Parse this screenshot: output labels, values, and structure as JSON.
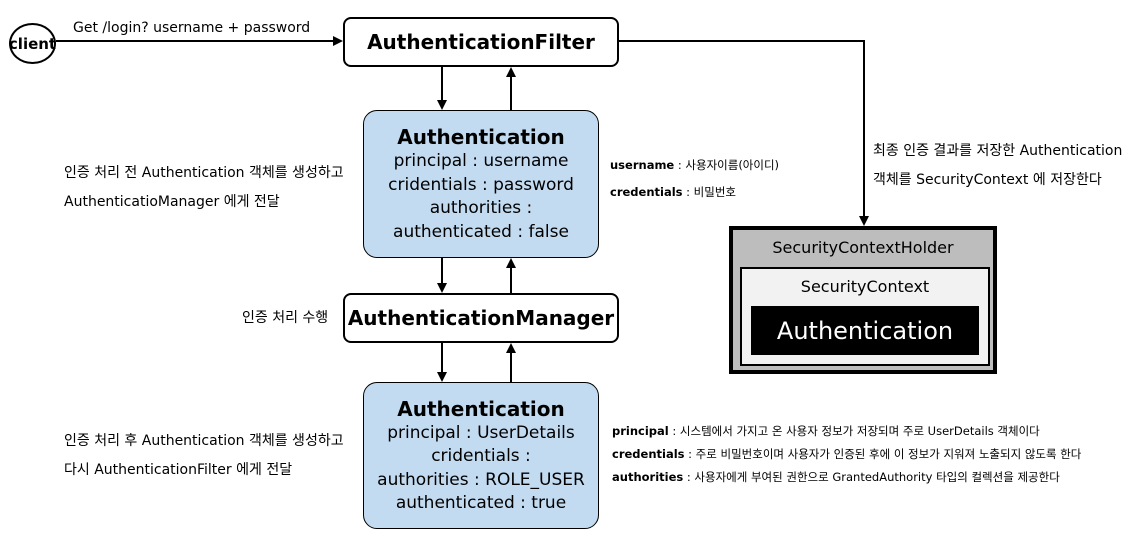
{
  "client": "client",
  "request_label": "Get /login? username + password",
  "filter": "AuthenticationFilter",
  "manager": "AuthenticationManager",
  "auth_before": {
    "title": "Authentication",
    "principal": "principal : username",
    "credentials": "cridentials : password",
    "authorities": "authorities :",
    "authenticated": "authenticated : false"
  },
  "auth_after": {
    "title": "Authentication",
    "principal": "principal : UserDetails",
    "credentials": "cridentials :",
    "authorities": "authorities : ROLE_USER",
    "authenticated": "authenticated : true"
  },
  "note_before": [
    "인증 처리 전 Authentication 객체를 생성하고",
    "AuthenticatioManager 에게 전달"
  ],
  "note_manager": "인증 처리 수행",
  "note_after": [
    "인증 처리 후 Authentication 객체를 생성하고",
    "다시 AuthenticationFilter 에게 전달"
  ],
  "before_desc": [
    {
      "key": "username",
      "value": " : 사용자이름(아이디)"
    },
    {
      "key": "credentials",
      "value": " : 비밀번호"
    }
  ],
  "after_desc": [
    {
      "key": "principal",
      "value": " : 시스템에서 가지고 온 사용자 정보가 저장되며 주로 UserDetails 객체이다"
    },
    {
      "key": "credentials",
      "value": " : 주로 비밀번호이며 사용자가 인증된 후에 이 정보가 지워져 노출되지 않도록 한다"
    },
    {
      "key": "authorities",
      "value": " : 사용자에게 부여된 권한으로 GrantedAuthority 타입의 컬렉션을 제공한다"
    }
  ],
  "store_note": [
    "최종 인증 결과를 저장한 Authentication",
    "객체를 SecurityContext 에 저장한다"
  ],
  "holder": {
    "title": "SecurityContextHolder",
    "context": "SecurityContext",
    "auth": "Authentication"
  }
}
